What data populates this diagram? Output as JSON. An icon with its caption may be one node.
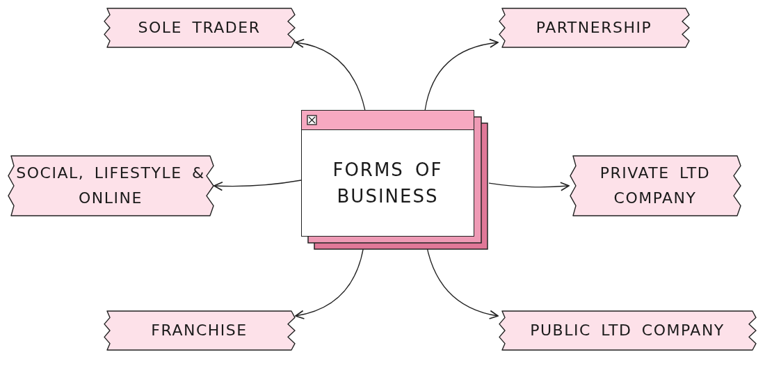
{
  "diagram": {
    "nodes": [
      {
        "text": [
          "FORMS OF BUSINESS"
        ]
      },
      {
        "text": [
          "SOLE TRADER"
        ]
      },
      {
        "text": [
          "PARTNERSHIP"
        ]
      },
      {
        "text": [
          "SOCIAL, LIFESTYLE & ONLINE"
        ]
      },
      {
        "text": [
          "PRIVATE LTD COMPANY"
        ]
      },
      {
        "text": [
          "FRANCHISE"
        ]
      },
      {
        "text": [
          "PUBLIC LTD COMPANY"
        ]
      }
    ],
    "edges": [
      {
        "from": 0,
        "to": 1,
        "arrow": "to"
      },
      {
        "from": 0,
        "to": 2,
        "arrow": "to"
      },
      {
        "from": 0,
        "to": 3,
        "arrow": "to"
      },
      {
        "from": 0,
        "to": 4,
        "arrow": "to"
      },
      {
        "from": 0,
        "to": 5,
        "arrow": "to"
      },
      {
        "from": 0,
        "to": 6,
        "arrow": "to"
      }
    ]
  }
}
